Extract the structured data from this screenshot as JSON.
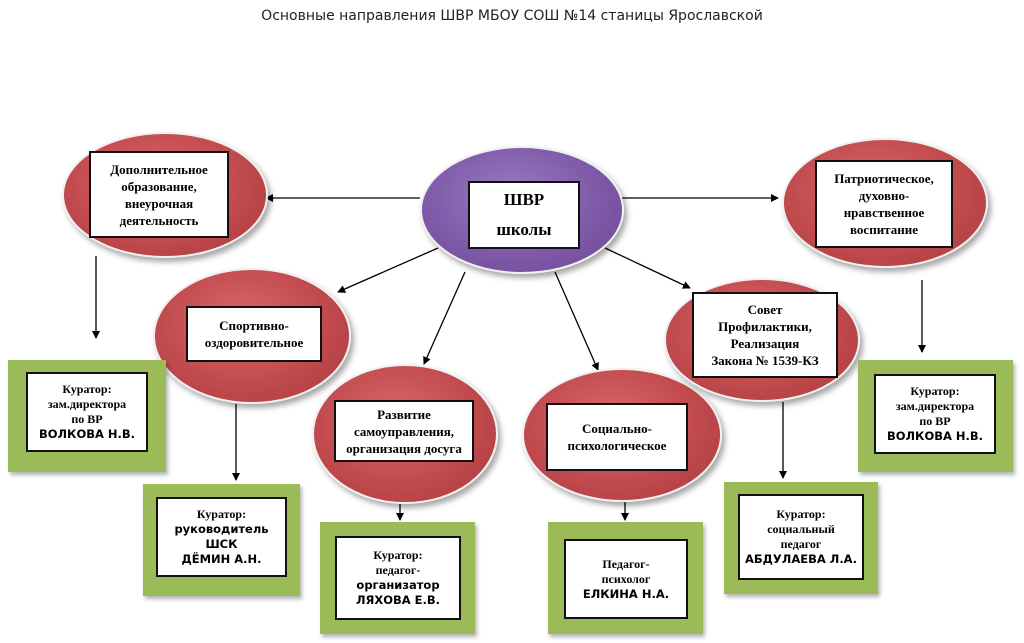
{
  "title": "Основные направления ШВР МБОУ СОШ №14 станицы Ярославской",
  "center": {
    "line1": "ШВР",
    "line2": "школы"
  },
  "directions": {
    "dop": [
      "Дополнительное",
      "образование,",
      "внеурочная",
      "деятельность"
    ],
    "patriot": [
      "Патриотическое,",
      "духовно-",
      "нравственное",
      "воспитание"
    ],
    "sport": [
      "Спортивно-",
      "оздоровительное"
    ],
    "samo": [
      "Развитие",
      "самоуправления,",
      "организация досуга"
    ],
    "social": [
      "Социально-",
      "психологическое"
    ],
    "sovet": [
      "Совет",
      "Профилактики,",
      "Реализация",
      "Закона № 1539-КЗ"
    ]
  },
  "curators": {
    "left": {
      "role": [
        "Куратор:",
        "зам.директора",
        "по ВР"
      ],
      "name": "ВОЛКОВА Н.В."
    },
    "sport": {
      "role": [
        "Куратор:"
      ],
      "name": [
        "руководитель ШСК",
        "ДЁМИН А.Н."
      ]
    },
    "samo": {
      "role": [
        "Куратор:",
        "педагог-"
      ],
      "name": [
        "организатор",
        "ЛЯХОВА Е.В."
      ]
    },
    "social": {
      "role": [
        "Педагог-",
        "психолог"
      ],
      "name": "ЕЛКИНА Н.А."
    },
    "sovet": {
      "role": [
        "Куратор:",
        "социальный",
        "педагог"
      ],
      "name": "АБДУЛАЕВА Л.А."
    },
    "right": {
      "role": [
        "Куратор:",
        "зам.директора",
        "по ВР"
      ],
      "name": "ВОЛКОВА Н.В."
    }
  },
  "colors": {
    "ellipse_red": "#c14a4e",
    "ellipse_purple": "#7e5aa8",
    "curator_green": "#9bbb59",
    "line": "#000000"
  }
}
